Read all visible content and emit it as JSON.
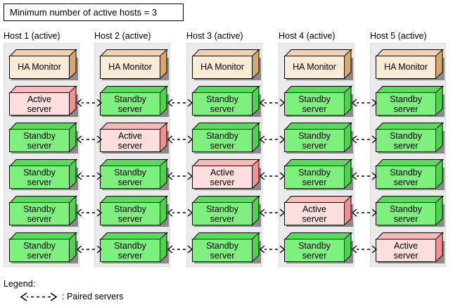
{
  "title": {
    "text": "Minimum number of active hosts = 3"
  },
  "colors": {
    "active_front": "#fcdede",
    "active_top": "#f7b8b8",
    "active_side": "#f4908f",
    "standby_front": "#7df07d",
    "standby_top": "#56dd56",
    "standby_side": "#4fd24f",
    "monitor_front": "#faebd7",
    "monitor_top": "#eed3ae",
    "monitor_side": "#d7a86e",
    "panel_bg": "#ebebeb",
    "panel_border": "#dcdcdc",
    "outline": "#000000",
    "shadow": "#8a8a8a"
  },
  "hosts": [
    {
      "label": "Host 1 (active)",
      "monitor": {
        "name": "HA Monitor",
        "type": "monitor"
      },
      "servers": [
        {
          "line1": "Active",
          "line2": "server",
          "state": "active"
        },
        {
          "line1": "Standby",
          "line2": "server",
          "state": "standby"
        },
        {
          "line1": "Standby",
          "line2": "server",
          "state": "standby"
        },
        {
          "line1": "Standby",
          "line2": "server",
          "state": "standby"
        },
        {
          "line1": "Standby",
          "line2": "server",
          "state": "standby"
        }
      ]
    },
    {
      "label": "Host 2 (active)",
      "monitor": {
        "name": "HA Monitor",
        "type": "monitor"
      },
      "servers": [
        {
          "line1": "Standby",
          "line2": "server",
          "state": "standby"
        },
        {
          "line1": "Active",
          "line2": "server",
          "state": "active"
        },
        {
          "line1": "Standby",
          "line2": "server",
          "state": "standby"
        },
        {
          "line1": "Standby",
          "line2": "server",
          "state": "standby"
        },
        {
          "line1": "Standby",
          "line2": "server",
          "state": "standby"
        }
      ]
    },
    {
      "label": "Host 3 (active)",
      "monitor": {
        "name": "HA Monitor",
        "type": "monitor"
      },
      "servers": [
        {
          "line1": "Standby",
          "line2": "server",
          "state": "standby"
        },
        {
          "line1": "Standby",
          "line2": "server",
          "state": "standby"
        },
        {
          "line1": "Active",
          "line2": "server",
          "state": "active"
        },
        {
          "line1": "Standby",
          "line2": "server",
          "state": "standby"
        },
        {
          "line1": "Standby",
          "line2": "server",
          "state": "standby"
        }
      ]
    },
    {
      "label": "Host 4 (active)",
      "monitor": {
        "name": "HA Monitor",
        "type": "monitor"
      },
      "servers": [
        {
          "line1": "Standby",
          "line2": "server",
          "state": "standby"
        },
        {
          "line1": "Standby",
          "line2": "server",
          "state": "standby"
        },
        {
          "line1": "Standby",
          "line2": "server",
          "state": "standby"
        },
        {
          "line1": "Active",
          "line2": "server",
          "state": "active"
        },
        {
          "line1": "Standby",
          "line2": "server",
          "state": "standby"
        }
      ]
    },
    {
      "label": "Host 5 (active)",
      "monitor": {
        "name": "HA Monitor",
        "type": "monitor"
      },
      "servers": [
        {
          "line1": "Standby",
          "line2": "server",
          "state": "standby"
        },
        {
          "line1": "Standby",
          "line2": "server",
          "state": "standby"
        },
        {
          "line1": "Standby",
          "line2": "server",
          "state": "standby"
        },
        {
          "line1": "Standby",
          "line2": "server",
          "state": "standby"
        },
        {
          "line1": "Active",
          "line2": "server",
          "state": "active"
        }
      ]
    }
  ],
  "legend": {
    "heading": "Legend:",
    "entry_label": ": Paired servers",
    "entry_symbol": "<---->"
  }
}
